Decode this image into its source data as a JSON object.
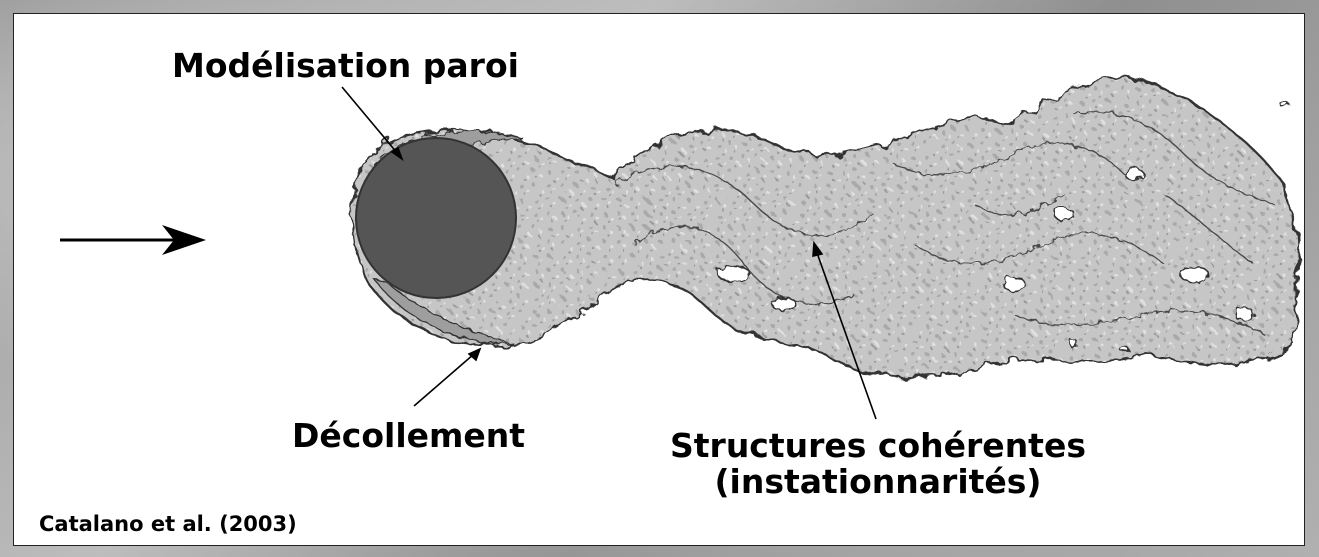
{
  "labels": {
    "wall_modeling": "Modélisation paroi",
    "separation": "Décollement",
    "coherent_structures_line1": "Structures cohérentes",
    "coherent_structures_line2": "(instationnarités)"
  },
  "citation": "Catalano et al. (2003)",
  "colors": {
    "cylinder": "#555555",
    "wake_fill": "#c4c4c4",
    "contour": "#333333",
    "panel": "#ffffff",
    "frame": "#9c9c9c"
  },
  "icons": [
    "flow-direction-arrow-icon",
    "cylinder-icon"
  ]
}
